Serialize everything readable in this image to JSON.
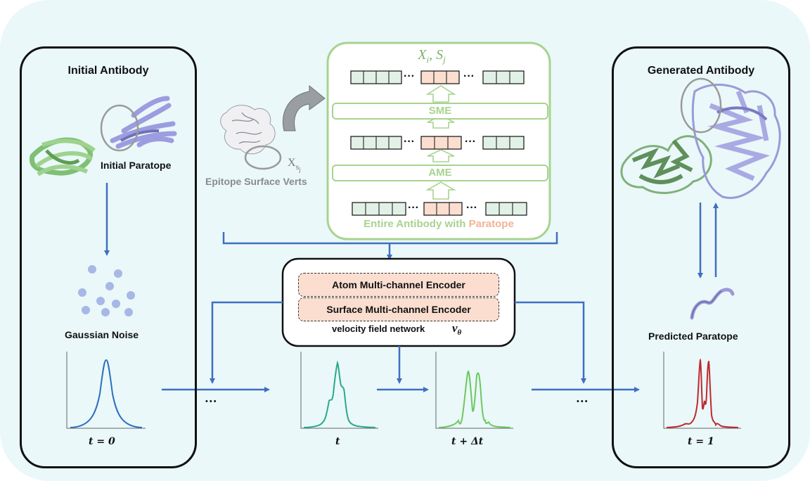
{
  "left_panel": {
    "title": "Initial Antibody",
    "paratope_label": "Initial Paratope",
    "noise_label": "Gaussian Noise",
    "time_label": "t = 0"
  },
  "right_panel": {
    "title": "Generated Antibody",
    "paratope_label": "Predicted Paratope",
    "time_label": "t = 1"
  },
  "encoder_top": {
    "top_label": "X_i, S_j",
    "sme_label": "SME",
    "ame_label": "AME",
    "bottom_label_main": "Entire Antibody with ",
    "bottom_label_highlight": "Paratope",
    "epitope_label": "Epitope Surface Verts",
    "epitope_symbol": "X_s_j",
    "ellipsis": "···"
  },
  "network": {
    "encoder1": "Atom Multi-channel Encoder",
    "encoder2": "Surface Multi-channel Encoder",
    "name": "velocity field network",
    "symbol": "v_θ"
  },
  "flow": {
    "ellipsis_left": "•••",
    "ellipsis_right": "•••",
    "t_label": "t",
    "t_dt_label": "t + Δt"
  },
  "colors": {
    "background": "#eaf8f9",
    "arrow": "#3f6fc2",
    "green_line": "#a7d38f",
    "paratope_fill": "#fbded0",
    "curve_t0": "#2f6fc0",
    "curve_t": "#2aa98a",
    "curve_tdt": "#6cc860",
    "curve_t1": "#c0282f"
  },
  "icons": {
    "initial_antibody": "protein-ribbon-icon",
    "generated_antibody": "protein-ribbon-icon",
    "epitope": "protein-surface-icon",
    "noise": "noise-dots-icon"
  }
}
